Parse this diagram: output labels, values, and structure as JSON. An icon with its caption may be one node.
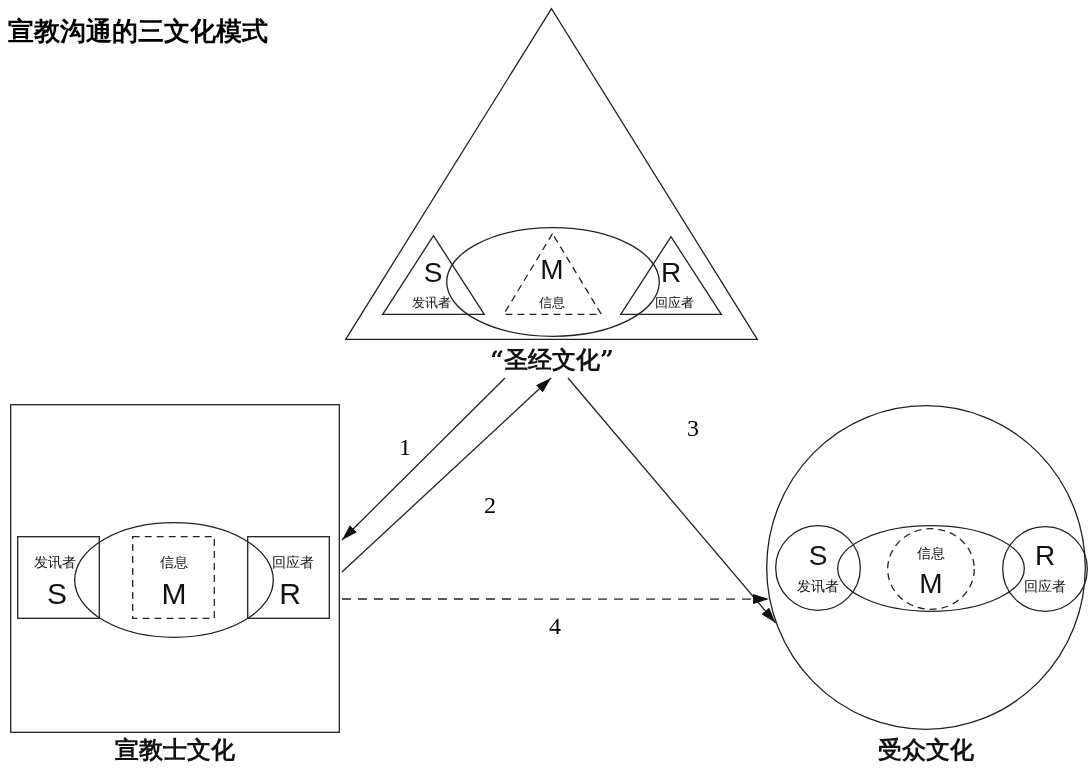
{
  "diagram": {
    "title": "宣教沟通的三文化模式",
    "nodes": [
      {
        "text": [
          "“圣经文化”"
        ]
      },
      {
        "text": [
          "S",
          "发讯者"
        ],
        "in": 0
      },
      {
        "text": [],
        "shape": "ellipse",
        "in": 0
      },
      {
        "text": [
          "M",
          "信息"
        ],
        "in": 2
      },
      {
        "text": [
          "R",
          "回应者"
        ],
        "in": 0
      },
      {
        "text": [
          "宣教士文化"
        ]
      },
      {
        "text": [
          "发讯者",
          "S"
        ],
        "in": 5
      },
      {
        "text": [],
        "shape": "ellipse",
        "in": 5
      },
      {
        "text": [
          "信息",
          "M"
        ],
        "in": 7
      },
      {
        "text": [
          "回应者",
          "R"
        ],
        "in": 5
      },
      {
        "text": [
          "受众文化"
        ]
      },
      {
        "text": [
          "S",
          "发讯者"
        ],
        "in": 10
      },
      {
        "text": [],
        "shape": "ellipse",
        "in": 10
      },
      {
        "text": [
          "信息",
          "M"
        ],
        "in": 12
      },
      {
        "text": [
          "R",
          "回应者"
        ],
        "in": 10
      }
    ],
    "edges": [
      {
        "from": 0,
        "to": 5,
        "arrow": "to",
        "label": "1"
      },
      {
        "from": 5,
        "to": 0,
        "arrow": "to",
        "label": "2"
      },
      {
        "from": 0,
        "to": 10,
        "arrow": "to",
        "label": "3"
      },
      {
        "from": 5,
        "to": 10,
        "arrow": "to",
        "label": "4",
        "style": "dashed"
      }
    ]
  }
}
